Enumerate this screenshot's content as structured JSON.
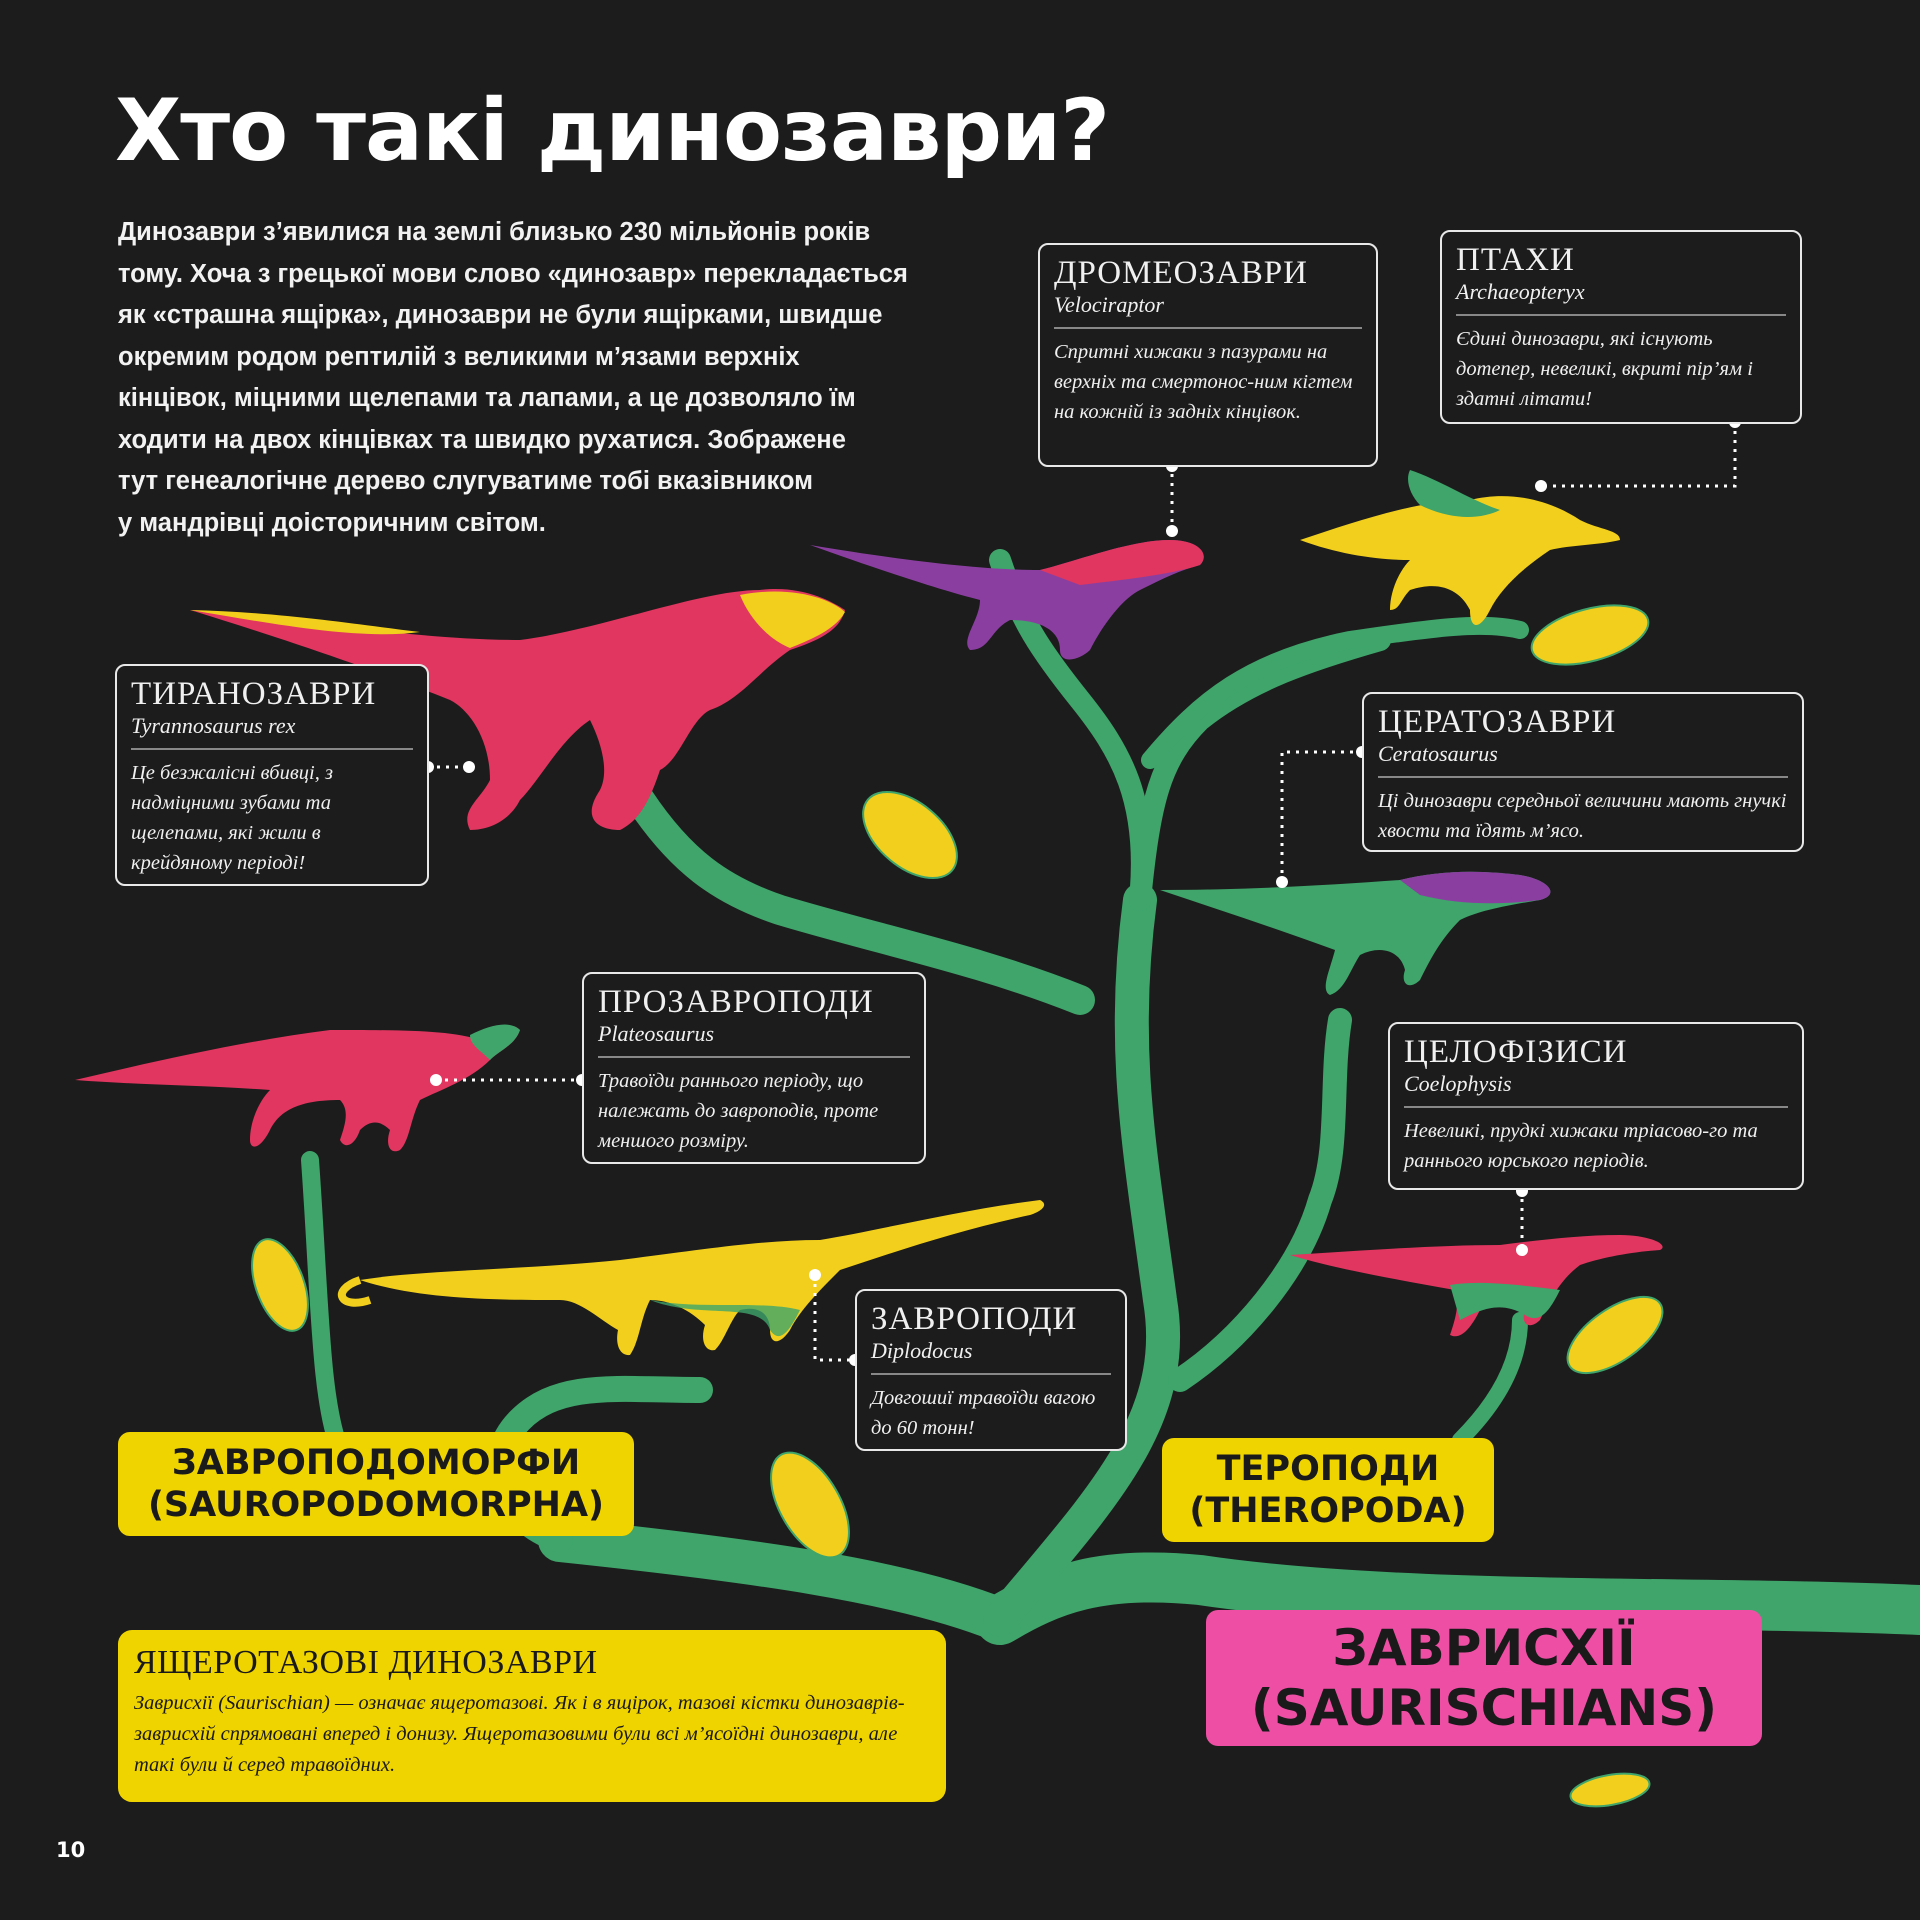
{
  "page": {
    "title": "Хто такі динозаври?",
    "intro_lines": [
      "Динозаври з’явилися на землі близько 230 мільйонів років",
      "тому. Хоча з грецької мови слово «динозавр» перекладається",
      "як «страшна ящірка», динозаври не були ящірками, швидше",
      "окремим родом рептилій з великими м’язами верхніх",
      "кінцівок, міцними щелепами та лапами, а це дозволяло їм",
      "ходити на двох кінцівках та швидко рухатися. Зображене",
      "тут генеалогічне дерево слугуватиме тобі вказівником",
      "у мандрівці доісторичним світом."
    ],
    "page_number": "10"
  },
  "cards": {
    "dromaeosaurs": {
      "title": "ДРОМЕОЗАВРИ",
      "latin": "Velociraptor",
      "text": "Спритні хижаки з пазурами на верхніх та смертонос-ним кігтем на кожній із задніх кінцівок."
    },
    "birds": {
      "title": "ПТАХИ",
      "latin": "Archaeopteryx",
      "text": "Єдині динозаври, які існують дотепер, невеликі, вкриті пір’ям і здатні літати!"
    },
    "tyrannosaurs": {
      "title": "ТИРАНОЗАВРИ",
      "latin": "Tyrannosaurus rex",
      "text": "Це безжалісні вбивці, з надміцними зубами та щелепами, які жили в крейдяному періоді!"
    },
    "ceratosaurs": {
      "title": "ЦЕРАТОЗАВРИ",
      "latin": "Ceratosaurus",
      "text": "Ці динозаври середньої величини мають гнучкі хвости та їдять м’ясо."
    },
    "prosauropods": {
      "title": "ПРОЗАВРОПОДИ",
      "latin": "Plateosaurus",
      "text": "Травоїди раннього періоду, що належать до завроподів, проте меншого розміру."
    },
    "coelophysids": {
      "title": "ЦЕЛОФІЗИСИ",
      "latin": "Coelophysis",
      "text": "Невеликі, прудкі хижаки тріасово-го та раннього юрського періодів."
    },
    "sauropods": {
      "title": "ЗАВРОПОДИ",
      "latin": "Diplodocus",
      "text": "Довгошиї травоїди вагою до 60 тонн!"
    }
  },
  "labels": {
    "sauropodomorpha": {
      "line1": "ЗАВРОПОДОМОРФИ",
      "line2": "(SAUROPODOMORPHA)"
    },
    "theropoda": {
      "line1": "ТЕРОПОДИ",
      "line2": "(THEROPODA)"
    },
    "saurischians": {
      "line1": "ЗАВРИСХІЇ",
      "line2": "(SAURISCHIANS)"
    }
  },
  "info_box": {
    "title": "ЯЩЕРОТАЗОВІ ДИНОЗАВРИ",
    "text": "Заврисхії (Saurischian) — означає ящеротазові. Як і в ящірок, тазові кістки динозаврів-заврисхій спрямовані вперед і донизу. Ящеротазовими були всі м’ясоїдні динозаври, але такі були й серед травоїдних."
  },
  "colors": {
    "background": "#1c1c1c",
    "tree_green": "#3fa56b",
    "label_yellow": "#f0d400",
    "label_pink": "#ee4fa5",
    "dino_red": "#e0365f",
    "dino_yellow": "#f2cf1c",
    "dino_purple": "#8a3fa0"
  }
}
